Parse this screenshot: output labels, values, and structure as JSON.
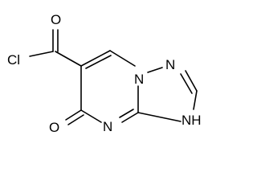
{
  "structure": {
    "atoms": [
      {
        "id": "cl",
        "label": "Cl"
      },
      {
        "id": "o_carbonyl",
        "label": "O"
      },
      {
        "id": "o_ketone",
        "label": "O"
      },
      {
        "id": "n_bridge",
        "label": "N"
      },
      {
        "id": "n_triazole",
        "label": "N"
      },
      {
        "id": "n_pyrimidine",
        "label": "N"
      },
      {
        "id": "nh",
        "label": "NH"
      }
    ]
  }
}
